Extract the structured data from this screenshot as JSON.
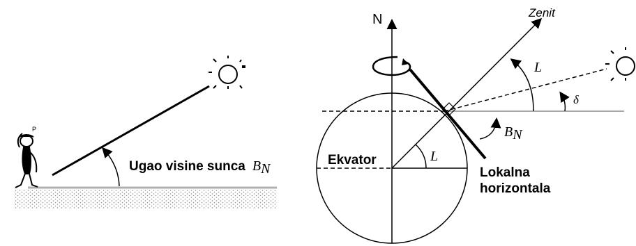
{
  "left_panel": {
    "altitude_label": "Ugao visine sunca",
    "altitude_symbol": "B",
    "altitude_symbol_sub": "N"
  },
  "right_panel": {
    "north_label": "N",
    "zenith_label": "Zenit",
    "latitude_label_upper": "L",
    "latitude_label_lower": "L",
    "declination_label": "δ",
    "altitude_symbol": "B",
    "altitude_symbol_sub": "N",
    "equator_label": "Ekvator",
    "horizon_label_line1": "Lokalna",
    "horizon_label_line2": "horizontala"
  },
  "colors": {
    "stroke": "#000000",
    "ground_dots": "#9a9a9a",
    "horizon_line": "#a8a8a8"
  }
}
